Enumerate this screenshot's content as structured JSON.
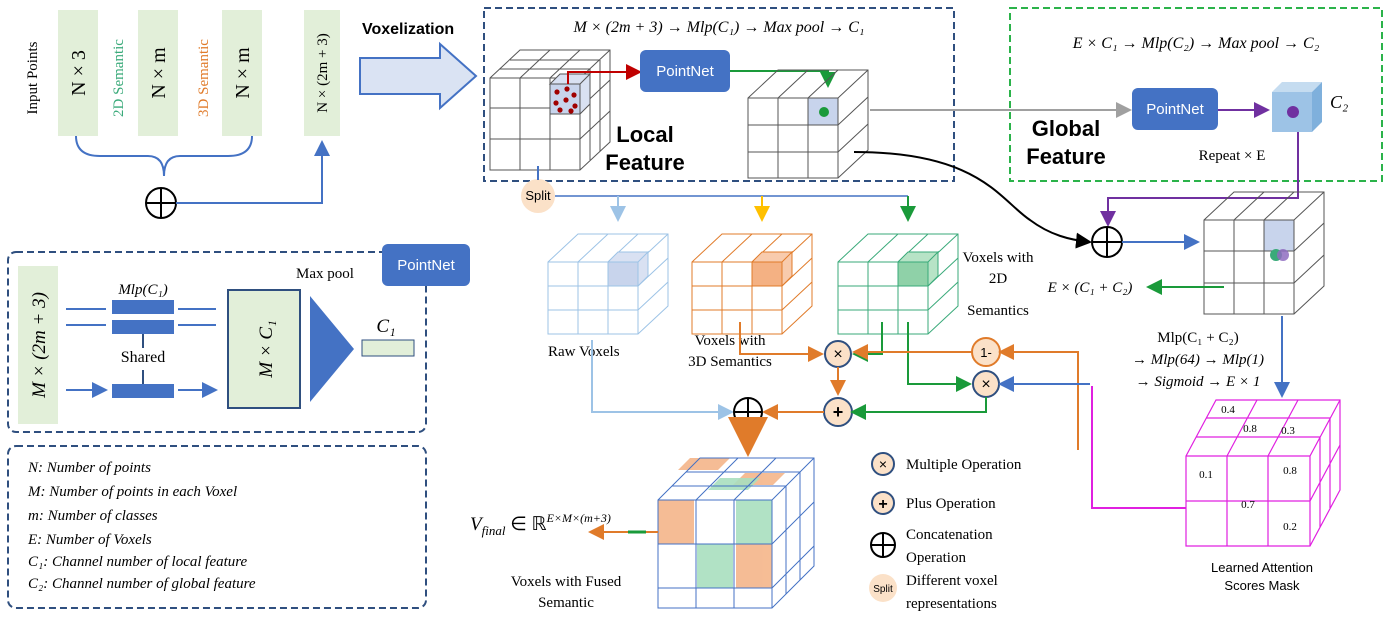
{
  "inputs": {
    "input_points_label": "Input Points",
    "col_n3": "N × 3",
    "col_2d_label": "2D Semantic",
    "col_nm1": "N × m",
    "col_3d_label": "3D Semantic",
    "col_nm2": "N × m",
    "col_concat": "N × (2m + 3)",
    "voxelization": "Voxelization"
  },
  "local": {
    "formula": "M × (2m + 3) → Mlp(C₁) → Max pool → C₁",
    "pointnet": "PointNet",
    "title_line1": "Local",
    "title_line2": "Feature",
    "split": "Split"
  },
  "global": {
    "formula": "E × C₁ → Mlp(C₂) → Max pool → C₂",
    "pointnet": "PointNet",
    "c2": "C₂",
    "title_line1": "Global",
    "title_line2": "Feature",
    "repeat": "Repeat × E"
  },
  "pointnet_detail": {
    "input": "M × (2m + 3)",
    "mlp": "Mlp(C₁)",
    "shared": "Shared",
    "feature": "M × C₁",
    "maxpool": "Max pool",
    "pointnet": "PointNet",
    "c1": "C₁"
  },
  "legend": [
    "N: Number of  points",
    "M: Number of points in each Voxel",
    "m: Number of classes",
    "E: Number of Voxels",
    "C₁: Channel number of  local feature",
    "C₂: Channel number of  global feature"
  ],
  "voxels": {
    "raw": "Raw Voxels",
    "sem3d_line1": "Voxels with",
    "sem3d_line2": "3D Semantics",
    "sem2d_line1": "Voxels with",
    "sem2d_line2": "2D",
    "sem2d_line3": "Semantics",
    "fused_line1": "Voxels with Fused",
    "fused_line2": "Semantic",
    "final": "V_final ∈ ℝ^(E×M×(m+3))"
  },
  "attention": {
    "e_c1c2": "E × (C₁ + C₂)",
    "mlp_line1": "Mlp(C₁ + C₂)",
    "mlp_line2": "→ Mlp(64) → Mlp(1)",
    "mlp_line3": "→ Sigmoid → E × 1",
    "one_minus": "1-",
    "scores": [
      "0.4",
      "0.8",
      "0.3",
      "0.1",
      "0.8",
      "0.7",
      "0.2"
    ],
    "mask_line1": "Learned Attention",
    "mask_line2": "Scores Mask"
  },
  "ops_legend": {
    "multiple": "Multiple Operation",
    "plus": "Plus Operation",
    "concat_line1": "Concatenation",
    "concat_line2": "Operation",
    "split_badge": "Split",
    "split_line1": "Different voxel",
    "split_line2": "representations"
  },
  "colors": {
    "green_text": "#3aaa7a",
    "orange_text": "#e07b2a",
    "pointnet_blue": "#4472c4",
    "dash_blue": "#2f4f7f",
    "dash_green": "#2bb34a"
  }
}
